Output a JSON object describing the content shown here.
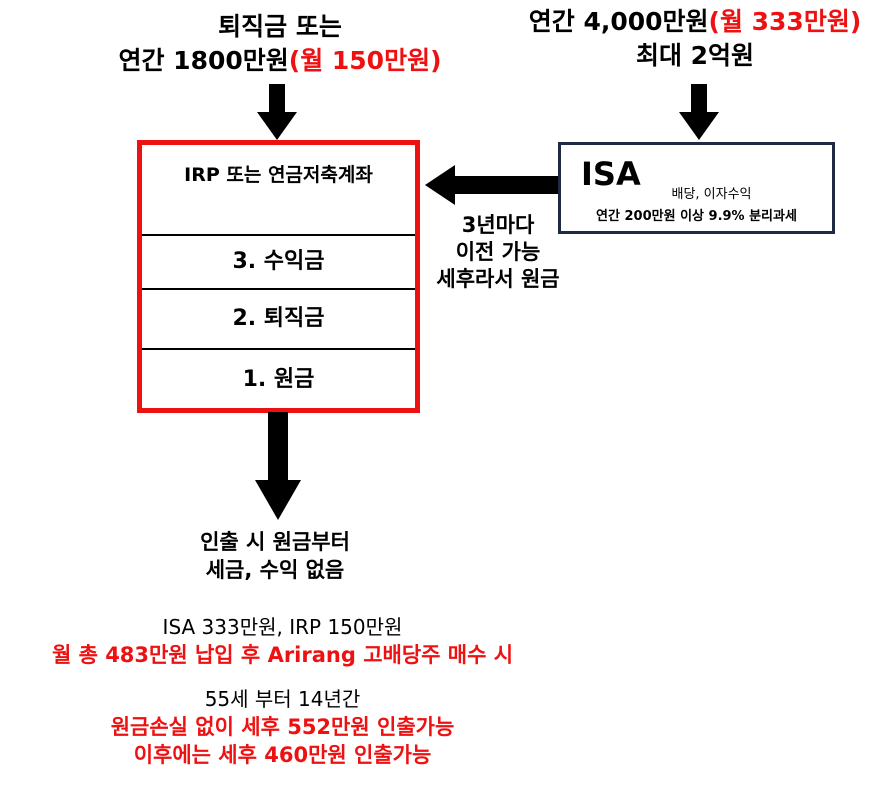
{
  "top_left": {
    "line1": "퇴직금 또는",
    "line2_black": "연간 1800만원",
    "line2_red": "(월 150만원)"
  },
  "top_right": {
    "line1_black": "연간 4,000만원",
    "line1_red": "(월 333만원)",
    "line2": "최대 2억원"
  },
  "irp_box": {
    "title": "IRP 또는 연금저축계좌",
    "rows": [
      "3. 수익금",
      "2. 퇴직금",
      "1. 원금"
    ]
  },
  "isa_box": {
    "title": "ISA",
    "line1": "배당, 이자수익",
    "line2": "연간 200만원 이상 9.9% 분리과세"
  },
  "transfer": {
    "line1": "3년마다",
    "line2": "이전 가능",
    "line3": "세후라서 원금"
  },
  "withdraw": {
    "line1": "인출 시 원금부터",
    "line2": "세금, 수익 없음"
  },
  "bottom": {
    "line1": "ISA 333만원, IRP 150만원",
    "line2": "월 총 483만원 납입 후 Arirang 고배당주 매수 시",
    "line3": "55세 부터 14년간",
    "line4": "원금손실 없이 세후 552만원 인출가능",
    "line5": "이후에는 세후 460만원 인출가능"
  },
  "colors": {
    "accent_red": "#ee1111",
    "isa_border": "#1f2a44",
    "arrow": "#000000"
  }
}
